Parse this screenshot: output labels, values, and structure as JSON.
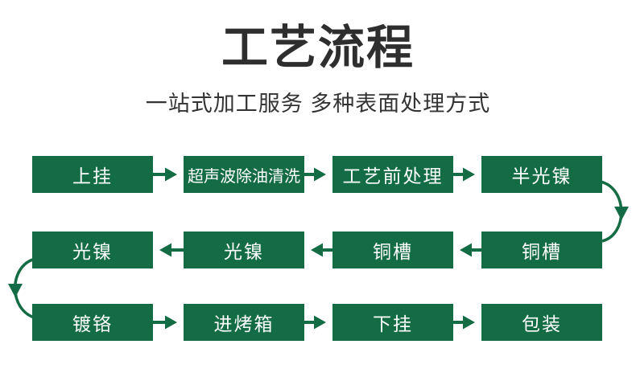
{
  "page": {
    "title": "工艺流程",
    "subtitle": "一站式加工服务 多种表面处理方式"
  },
  "colors": {
    "accent_green": "#146C44",
    "heading_text": "#2E2E2E",
    "subheading_text": "#333333",
    "box_text": "#FFFFFF",
    "background": "#FFFFFF"
  },
  "flow": {
    "rows": [
      {
        "direction": "left-to-right",
        "boxes": [
          {
            "label": "上挂"
          },
          {
            "label": "超声波除油清洗"
          },
          {
            "label": "工艺前处理"
          },
          {
            "label": "半光镍"
          }
        ]
      },
      {
        "direction": "right-to-left",
        "boxes": [
          {
            "label": "光镍"
          },
          {
            "label": "光镍"
          },
          {
            "label": "铜槽"
          },
          {
            "label": "铜槽"
          }
        ]
      },
      {
        "direction": "left-to-right",
        "boxes": [
          {
            "label": "镀铬"
          },
          {
            "label": "进烤箱"
          },
          {
            "label": "下挂"
          },
          {
            "label": "包装"
          }
        ]
      }
    ]
  }
}
